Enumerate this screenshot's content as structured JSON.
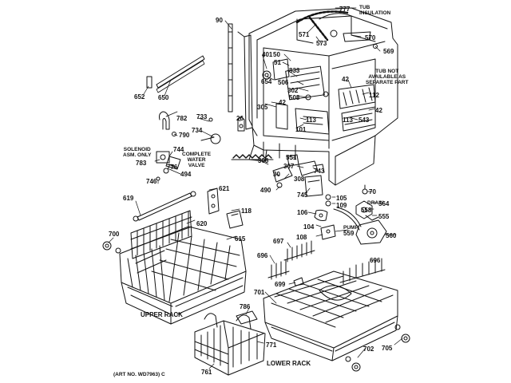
{
  "parts": [
    "777",
    "571",
    "573",
    "570",
    "569",
    "90",
    "50",
    "51",
    "401",
    "654",
    "833",
    "506",
    "302",
    "508",
    "42",
    "305",
    "42",
    "101",
    "113",
    "112",
    "113",
    "543",
    "42",
    "652",
    "650",
    "733",
    "26",
    "782",
    "790",
    "734",
    "744",
    "783",
    "776",
    "494",
    "746",
    "306",
    "551",
    "307",
    "743",
    "30",
    "308",
    "490",
    "745",
    "70",
    "105",
    "109",
    "564",
    "558",
    "555",
    "621",
    "118",
    "619",
    "620",
    "615",
    "106",
    "104",
    "108",
    "559",
    "560",
    "700",
    "697",
    "696",
    "696",
    "699",
    "701",
    "786",
    "771",
    "761",
    "702",
    "705"
  ],
  "notes": {
    "tub_insulation": "TUB\nINSULATION",
    "tub_not_available": "TUB NOT\nAVAILABLE AS\nSEPARATE PART",
    "solenoid": "SOLENOID\nASM. ONLY",
    "complete_water_valve": "COMPLETE\nWATER\nVALVE",
    "drain": "DRAIN",
    "pump": "PUMP"
  },
  "captions": {
    "upper_rack": "UPPER RACK",
    "lower_rack": "LOWER RACK"
  },
  "art_number": "(ART NO. WD7963) C"
}
